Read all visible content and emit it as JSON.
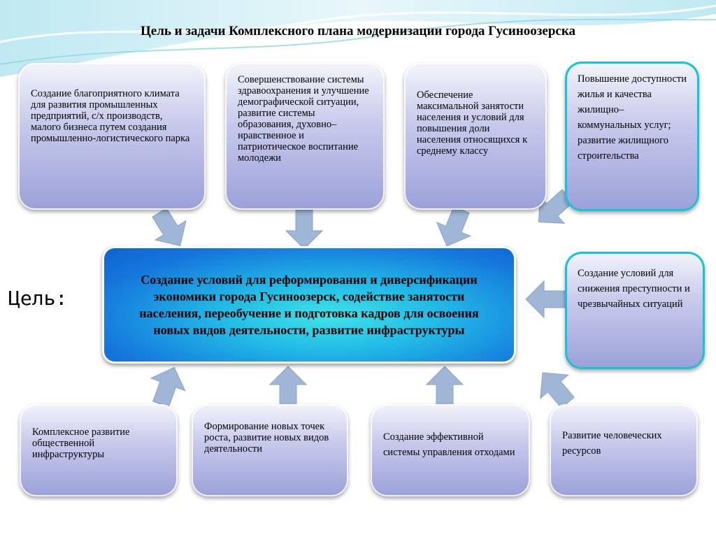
{
  "title": "Цель и задачи Комплексного плана модернизации города Гусиноозерска",
  "goal_label": "Цель:",
  "goal_text": "Создание условий для реформирования и диверсификации экономики города Гусиноозерск, содействие занятости населения, переобучение и подготовка кадров для освоения новых видов деятельности, развитие инфраструктуры",
  "tasks_top": [
    "Создание благоприятного климата для  развития промышленных предприятий,    с/х производств, малого бизнеса путем создания промышленно-логистического парка",
    "Совершенствование системы здравоохранения и улучшение демографической ситуации, развитие системы образования, духовно–нравственное и патриотическое воспитание молодежи",
    "Обеспечение максимальной занятости населения и условий для повышения доли населения относящихся к среднему классу",
    "Повышение доступности жилья и качества жилищно–коммунальных услуг; развитие жилищного строительства"
  ],
  "task_right": "Создание условий для снижения преступности и чрезвычайных ситуаций",
  "tasks_bottom": [
    "Комплексное развитие общественной инфраструктуры",
    "Формирование новых точек роста, развитие новых видов деятельности",
    "Создание эффективной системы управления отходами",
    "Развитие человеческих ресурсов"
  ],
  "colors": {
    "box_top": "#f3f4fb",
    "box_bottom": "#9aa0d8",
    "center_core": "#3fe3e6",
    "center_edge": "#0f62d0",
    "highlight_border": "#17c3d6",
    "arrow": "#9fb6d6"
  }
}
